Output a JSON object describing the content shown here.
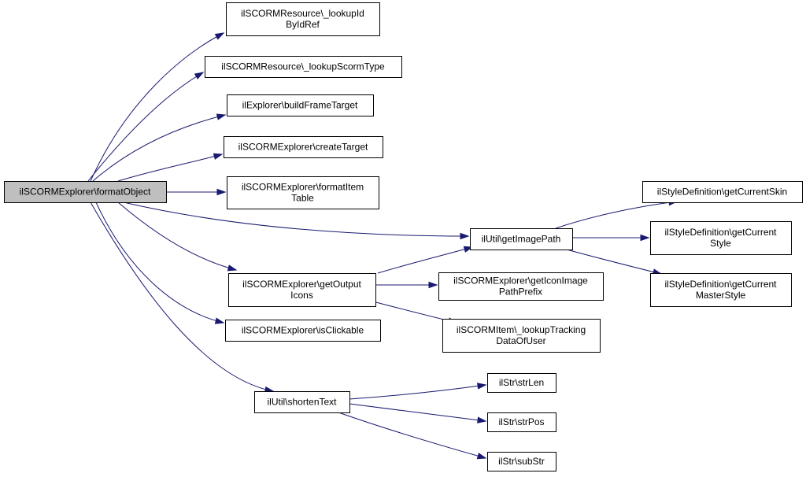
{
  "graph": {
    "edge_color": "#191970",
    "root_fill": "#bfbfbf",
    "nodes": [
      {
        "id": "root",
        "lines": [
          "ilSCORMExplorer\\formatObject"
        ]
      },
      {
        "id": "lookupIdByIdRef",
        "lines": [
          "ilSCORMResource\\_lookupId",
          "ByIdRef"
        ]
      },
      {
        "id": "lookupScormType",
        "lines": [
          "ilSCORMResource\\_lookupScormType"
        ]
      },
      {
        "id": "buildFrameTarget",
        "lines": [
          "ilExplorer\\buildFrameTarget"
        ]
      },
      {
        "id": "createTarget",
        "lines": [
          "ilSCORMExplorer\\createTarget"
        ]
      },
      {
        "id": "formatItemTable",
        "lines": [
          "ilSCORMExplorer\\formatItem",
          "Table"
        ]
      },
      {
        "id": "getImagePath",
        "lines": [
          "ilUtil\\getImagePath"
        ]
      },
      {
        "id": "getOutputIcons",
        "lines": [
          "ilSCORMExplorer\\getOutput",
          "Icons"
        ]
      },
      {
        "id": "isClickable",
        "lines": [
          "ilSCORMExplorer\\isClickable"
        ]
      },
      {
        "id": "shortenText",
        "lines": [
          "ilUtil\\shortenText"
        ]
      },
      {
        "id": "getCurrentSkin",
        "lines": [
          "ilStyleDefinition\\getCurrentSkin"
        ]
      },
      {
        "id": "getCurrentStyle",
        "lines": [
          "ilStyleDefinition\\getCurrent",
          "Style"
        ]
      },
      {
        "id": "getCurrentMasterStyle",
        "lines": [
          "ilStyleDefinition\\getCurrent",
          "MasterStyle"
        ]
      },
      {
        "id": "getIconImagePathPrefix",
        "lines": [
          "ilSCORMExplorer\\getIconImage",
          "PathPrefix"
        ]
      },
      {
        "id": "lookupTrackingDataOfUser",
        "lines": [
          "ilSCORMItem\\_lookupTracking",
          "DataOfUser"
        ]
      },
      {
        "id": "strLen",
        "lines": [
          "ilStr\\strLen"
        ]
      },
      {
        "id": "strPos",
        "lines": [
          "ilStr\\strPos"
        ]
      },
      {
        "id": "subStr",
        "lines": [
          "ilStr\\subStr"
        ]
      }
    ],
    "edges": [
      {
        "from": "root",
        "to": "lookupIdByIdRef"
      },
      {
        "from": "root",
        "to": "lookupScormType"
      },
      {
        "from": "root",
        "to": "buildFrameTarget"
      },
      {
        "from": "root",
        "to": "createTarget"
      },
      {
        "from": "root",
        "to": "formatItemTable"
      },
      {
        "from": "root",
        "to": "getImagePath"
      },
      {
        "from": "root",
        "to": "getOutputIcons"
      },
      {
        "from": "root",
        "to": "isClickable"
      },
      {
        "from": "root",
        "to": "shortenText"
      },
      {
        "from": "getImagePath",
        "to": "getCurrentSkin"
      },
      {
        "from": "getImagePath",
        "to": "getCurrentStyle"
      },
      {
        "from": "getImagePath",
        "to": "getCurrentMasterStyle"
      },
      {
        "from": "getOutputIcons",
        "to": "getImagePath"
      },
      {
        "from": "getOutputIcons",
        "to": "getIconImagePathPrefix"
      },
      {
        "from": "getOutputIcons",
        "to": "lookupTrackingDataOfUser"
      },
      {
        "from": "shortenText",
        "to": "strLen"
      },
      {
        "from": "shortenText",
        "to": "strPos"
      },
      {
        "from": "shortenText",
        "to": "subStr"
      }
    ]
  }
}
